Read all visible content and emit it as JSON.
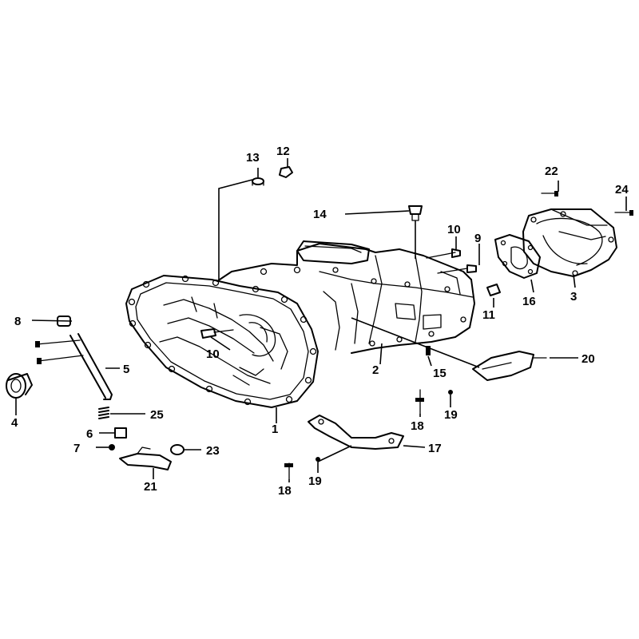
{
  "callouts": {
    "c1": "1",
    "c2": "2",
    "c3": "3",
    "c4": "4",
    "c5": "5",
    "c6": "6",
    "c7": "7",
    "c8": "8",
    "c9": "9",
    "c10a": "10",
    "c10b": "10",
    "c11": "11",
    "c12": "12",
    "c13": "13",
    "c14": "14",
    "c15": "15",
    "c16": "16",
    "c17": "17",
    "c18a": "18",
    "c18b": "18",
    "c19a": "19",
    "c19b": "19",
    "c20": "20",
    "c21": "21",
    "c22": "22",
    "c23": "23",
    "c24": "24",
    "c25": "25"
  }
}
